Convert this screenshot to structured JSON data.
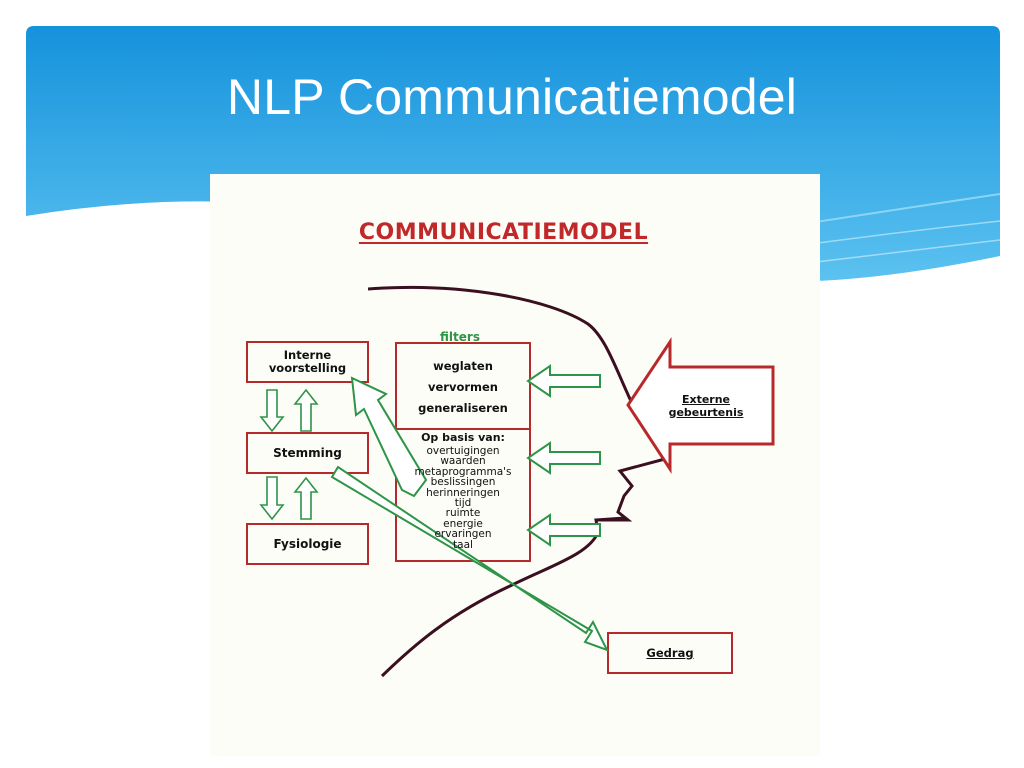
{
  "slide": {
    "title": "NLP Communicatiemodel",
    "colors": {
      "header_top": "#1592dc",
      "header_bottom": "#5cc2f0",
      "box_border": "#b8292c",
      "arrow": "#2e9447",
      "head_line": "#3a1020"
    }
  },
  "diagram": {
    "heading": "COMMUNICATIEMODEL",
    "filters_label": "filters",
    "boxes": {
      "interne_voorstelling": [
        "Interne",
        "voorstelling"
      ],
      "stemming": "Stemming",
      "fysiologie": "Fysiologie",
      "gedrag": "Gedrag",
      "externe_gebeurtenis": [
        "Externe",
        "gebeurtenis"
      ]
    },
    "filters": [
      "weglaten",
      "vervormen",
      "generaliseren"
    ],
    "op_basis_van": {
      "title": "Op basis van:",
      "items": [
        "overtuigingen",
        "waarden",
        "metaprogramma's",
        "beslissingen",
        "herinneringen",
        "tijd",
        "ruimte",
        "energie",
        "ervaringen",
        "taal"
      ]
    }
  }
}
